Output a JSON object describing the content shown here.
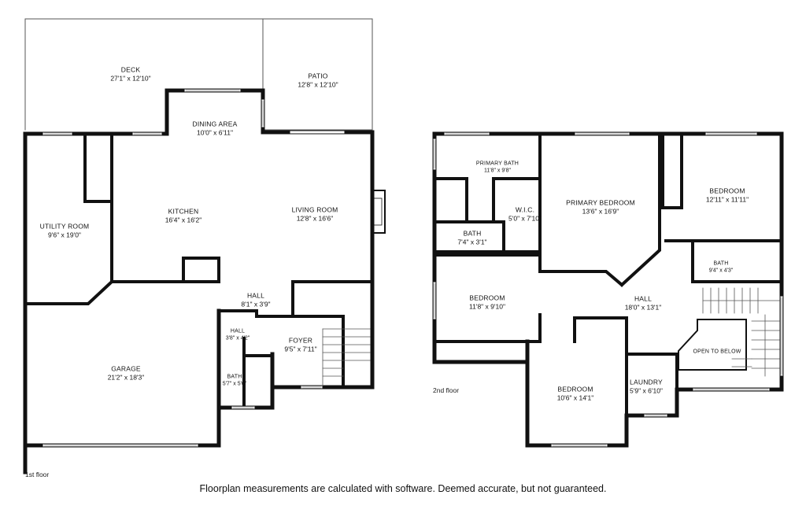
{
  "floors": [
    {
      "label": "1st floor"
    },
    {
      "label": "2nd floor"
    }
  ],
  "rooms": [
    {
      "name": "DECK",
      "dim": "27'1\" x 12'10\""
    },
    {
      "name": "PATIO",
      "dim": "12'8\" x 12'10\""
    },
    {
      "name": "DINING AREA",
      "dim": "10'0\" x 6'11\""
    },
    {
      "name": "KITCHEN",
      "dim": "16'4\" x 16'2\""
    },
    {
      "name": "LIVING ROOM",
      "dim": "12'8\" x 16'6\""
    },
    {
      "name": "UTILITY ROOM",
      "dim": "9'6\" x 19'0\""
    },
    {
      "name": "HALL",
      "dim": "8'1\" x 3'9\""
    },
    {
      "name": "HALL",
      "dim": "3'8\" x 4'2\""
    },
    {
      "name": "FOYER",
      "dim": "9'5\" x 7'11\""
    },
    {
      "name": "BATH",
      "dim": "5'7\" x 5'6\""
    },
    {
      "name": "GARAGE",
      "dim": "21'2\" x 18'3\""
    },
    {
      "name": "PRIMARY BATH",
      "dim": "11'8\" x 9'8\""
    },
    {
      "name": "W.I.C.",
      "dim": "5'0\" x 7'10\""
    },
    {
      "name": "BATH",
      "dim": "7'4\" x 3'1\""
    },
    {
      "name": "PRIMARY BEDROOM",
      "dim": "13'6\" x 16'9\""
    },
    {
      "name": "BEDROOM",
      "dim": "12'11\" x 11'11\""
    },
    {
      "name": "BATH",
      "dim": "9'4\" x 4'3\""
    },
    {
      "name": "BEDROOM",
      "dim": "11'8\" x 9'10\""
    },
    {
      "name": "HALL",
      "dim": "18'0\" x 13'1\""
    },
    {
      "name": "OPEN TO BELOW",
      "dim": ""
    },
    {
      "name": "BEDROOM",
      "dim": "10'6\" x 14'1\""
    },
    {
      "name": "LAUNDRY",
      "dim": "5'9\" x 6'10\""
    }
  ],
  "disclaimer": "Floorplan measurements are calculated with software. Deemed accurate, but not guaranteed.",
  "colors": {
    "wall": "#111111",
    "window": "#9a9a9a",
    "thin": "#555555"
  }
}
